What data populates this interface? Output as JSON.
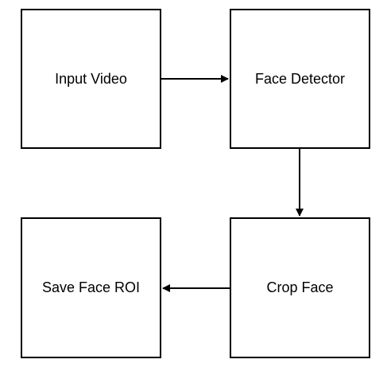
{
  "diagram": {
    "nodes": {
      "input_video": {
        "label": "Input Video"
      },
      "face_detector": {
        "label": "Face Detector"
      },
      "crop_face": {
        "label": "Crop Face"
      },
      "save_face_roi": {
        "label": "Save Face ROI"
      }
    },
    "edges": [
      {
        "from": "input_video",
        "to": "face_detector"
      },
      {
        "from": "face_detector",
        "to": "crop_face"
      },
      {
        "from": "crop_face",
        "to": "save_face_roi"
      }
    ],
    "colors": {
      "stroke": "#000000",
      "background": "#ffffff"
    }
  }
}
